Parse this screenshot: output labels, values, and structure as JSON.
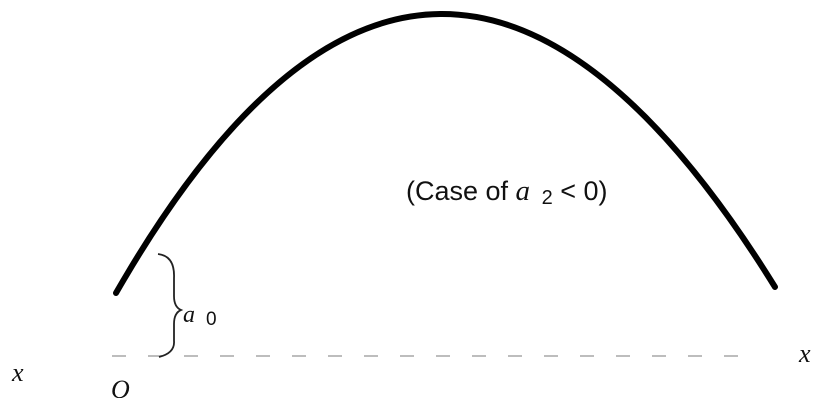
{
  "diagram": {
    "case_caption": {
      "prefix": "(Case of ",
      "variable": "a",
      "subscript": "2",
      "relation": " < 0)"
    },
    "intercept_label": {
      "variable": "a",
      "subscript": "0"
    },
    "axis": {
      "left_label": "x",
      "right_label": "x",
      "origin_label": "O"
    },
    "colors": {
      "curve": "#000000",
      "axis": "#bdbdbd",
      "text": "#111111"
    }
  }
}
